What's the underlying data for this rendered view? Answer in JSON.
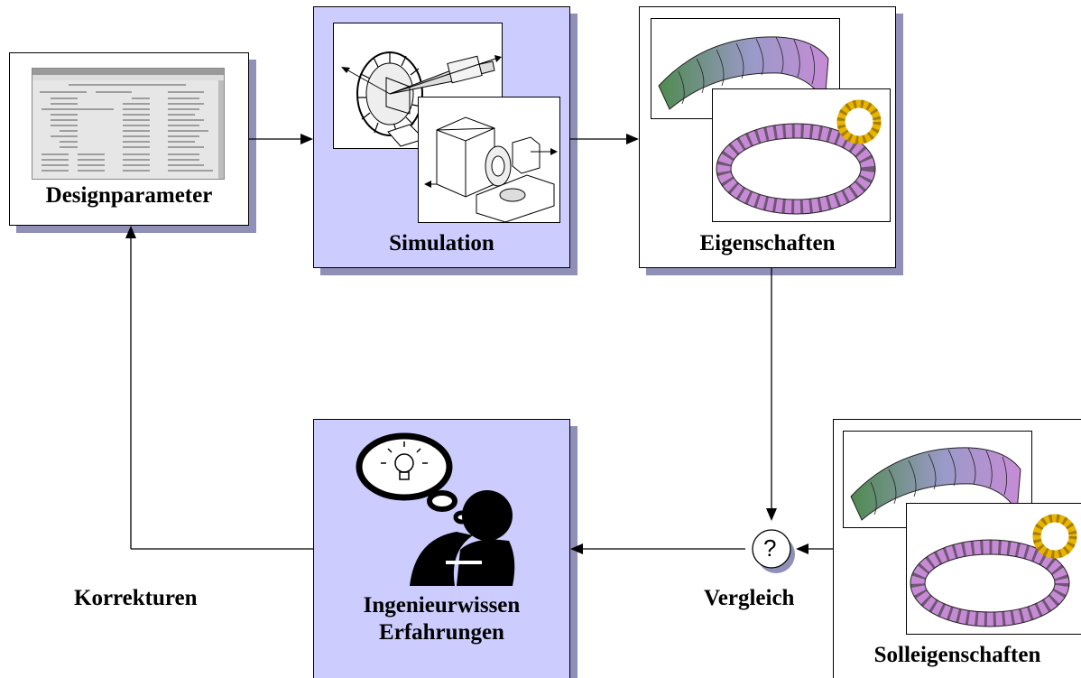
{
  "diagram": {
    "boxes": {
      "design": {
        "label": "Designparameter"
      },
      "simulation": {
        "label": "Simulation"
      },
      "properties": {
        "label": "Eigenschaften"
      },
      "knowledge": {
        "label_line1": "Ingenieurwissen",
        "label_line2": "Erfahrungen"
      },
      "target": {
        "label": "Solleigenschaften"
      }
    },
    "edge_labels": {
      "corrections": "Korrekturen",
      "comparison": "Vergleich"
    },
    "compare_symbol": "?",
    "colors": {
      "blue_box": "#ccccff",
      "shadow": "#8f8fb8",
      "gear_green": "#4f8a4f",
      "gear_purple": "#c78bd6",
      "pinion_gold": "#e8b400"
    }
  }
}
